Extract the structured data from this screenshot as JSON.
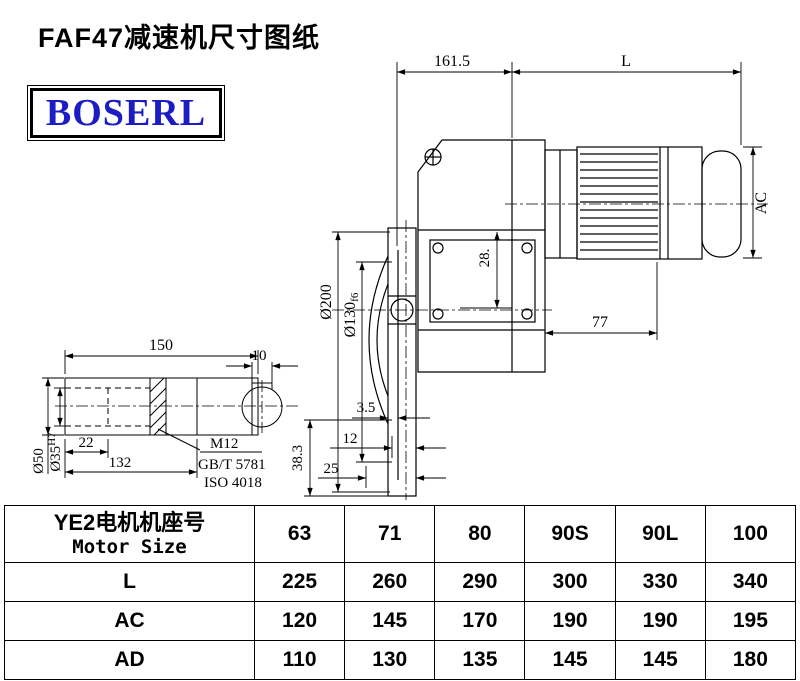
{
  "page": {
    "title": "FAF47减速机尺寸图纸",
    "logo": "BOSERL"
  },
  "colors": {
    "logo_text": "#1c1cc4",
    "line": "#000000"
  },
  "drawing": {
    "dims": {
      "top_left": "161.5",
      "top_right": "L",
      "motor_height": "AC",
      "flange_od": "Ø200",
      "spigot_d": "Ø130",
      "spigot_tol": "f6",
      "offset_28": "28.",
      "motor_foot": "77",
      "gap_3_5": "3.5",
      "gap_12": "12",
      "gap_25": "25",
      "depth_38_3": "38.3",
      "shaft_len": "150",
      "key_w": "10",
      "shaft_od": "Ø50",
      "bore_d": "Ø35",
      "bore_tol": "H7",
      "step_22": "22",
      "len_132": "132",
      "callout_m12": "M12",
      "callout_gb": "GB/T 5781",
      "callout_iso": "ISO 4018"
    }
  },
  "table": {
    "header": {
      "col0_line1": "YE2电机机座号",
      "col0_line2": "Motor Size",
      "sizes": [
        "63",
        "71",
        "80",
        "90S",
        "90L",
        "100"
      ]
    },
    "rows": [
      {
        "label": "L",
        "values": [
          "225",
          "260",
          "290",
          "300",
          "330",
          "340"
        ]
      },
      {
        "label": "AC",
        "values": [
          "120",
          "145",
          "170",
          "190",
          "190",
          "195"
        ]
      },
      {
        "label": "AD",
        "values": [
          "110",
          "130",
          "135",
          "145",
          "145",
          "180"
        ]
      }
    ]
  }
}
